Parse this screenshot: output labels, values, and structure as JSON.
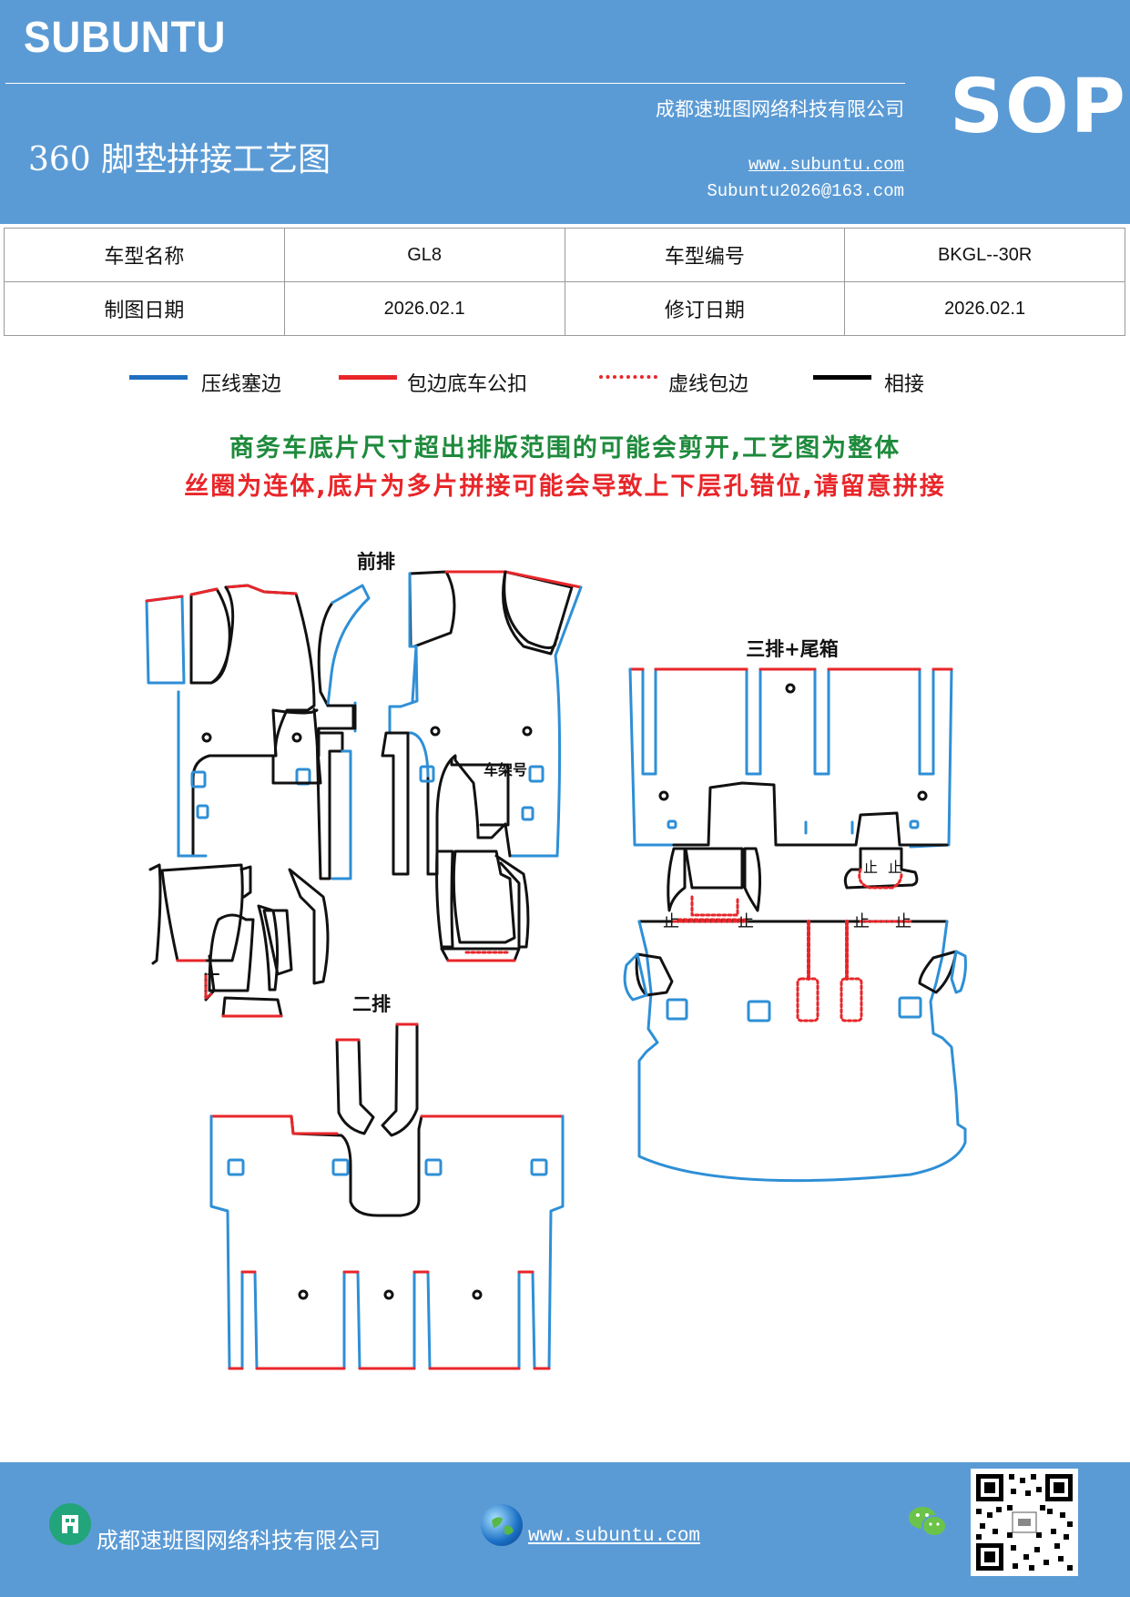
{
  "header": {
    "logo": "SUBUNTU",
    "title": "360 脚垫拼接工艺图",
    "company": "成都速班图网络科技有限公司",
    "website": "www.subuntu.com",
    "email": "Subuntu2026@163.com",
    "badge": "SOP"
  },
  "info_table": {
    "rows": [
      {
        "label1": "车型名称",
        "value1": "GL8",
        "label2": "车型编号",
        "value2": "BKGL--30R"
      },
      {
        "label1": "制图日期",
        "value1": "2026.02.1",
        "label2": "修订日期",
        "value2": "2026.02.1"
      }
    ]
  },
  "legend": {
    "items": [
      {
        "label": "压线塞边",
        "color": "#1f6fc0",
        "style": "solid"
      },
      {
        "label": "包边底车公扣",
        "color": "#e8262a",
        "style": "solid"
      },
      {
        "label": "虚线包边",
        "color": "#e8262a",
        "style": "dotted"
      },
      {
        "label": "相接",
        "color": "#000000",
        "style": "solid"
      }
    ]
  },
  "notes": {
    "line1": "商务车底片尺寸超出排版范围的可能会剪开,工艺图为整体",
    "line1_color": "#1e8a3c",
    "line2": "丝圈为连体,底片为多片拼接可能会导致上下层孔错位,请留意拼接",
    "line2_color": "#e8262a"
  },
  "diagram": {
    "front_label": "前排",
    "second_label": "二排",
    "third_label": "三排+尾箱",
    "frame_label": "车架号"
  },
  "footer": {
    "company": "成都速班图网络科技有限公司",
    "website": "www.subuntu.com ",
    "company_icon": "building-icon",
    "web_icon": "globe-icon",
    "wechat_icon": "wechat-icon"
  },
  "colors": {
    "header_bg": "#5b9bd5",
    "blue_line": "#2e8fd6",
    "red_line": "#e8262a"
  }
}
